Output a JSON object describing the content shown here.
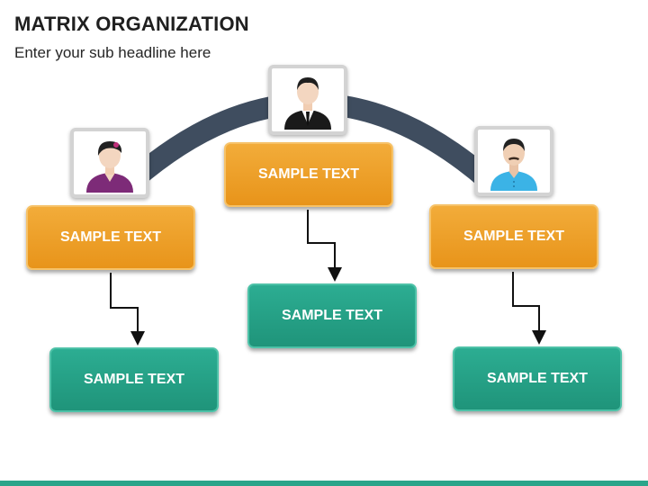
{
  "header": {
    "title": "MATRIX ORGANIZATION",
    "subtitle": "Enter your sub headline here"
  },
  "columns": [
    {
      "avatar": {
        "icon": "businesswoman-icon",
        "shirt_color": "#7d2b78"
      },
      "role_label": "SAMPLE TEXT",
      "sub_label": "SAMPLE TEXT"
    },
    {
      "avatar": {
        "icon": "businessman-suit-icon",
        "shirt_color": "#1a1a1a"
      },
      "role_label": "SAMPLE TEXT",
      "sub_label": "SAMPLE TEXT"
    },
    {
      "avatar": {
        "icon": "man-casual-icon",
        "shirt_color": "#3bb3e6"
      },
      "role_label": "SAMPLE TEXT",
      "sub_label": "SAMPLE TEXT"
    }
  ],
  "colors": {
    "orange": "#ee9f28",
    "green": "#27a186",
    "arc": "#3f4d5f",
    "footer": "#2aa58a"
  }
}
